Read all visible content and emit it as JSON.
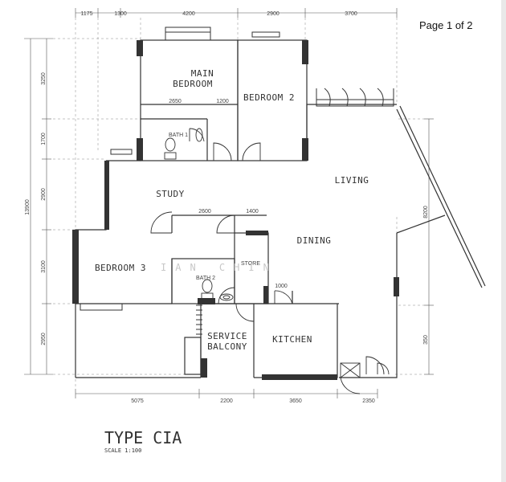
{
  "page_indicator": "Page 1 of 2",
  "plan_title": "TYPE CIA",
  "scale_label": "SCALE 1:100",
  "watermark": "IAN CHIN",
  "rooms": {
    "main_bedroom_line1": "MAIN",
    "main_bedroom_line2": "BEDROOM",
    "bedroom2": "BEDROOM 2",
    "bath1": "BATH 1",
    "study": "STUDY",
    "living": "LIVING",
    "dining": "DINING",
    "bedroom3": "BEDROOM 3",
    "bath2": "BATH 2",
    "store": "STORE",
    "service_balcony_line1": "SERVICE",
    "service_balcony_line2": "BALCONY",
    "kitchen": "KITCHEN"
  },
  "dimensions": {
    "top": [
      "1175",
      "1300",
      "4200",
      "2900",
      "3700"
    ],
    "bottom": [
      "5075",
      "2200",
      "3650",
      "2350"
    ],
    "left": [
      "3250",
      "1700",
      "2900",
      "3100",
      "2950"
    ],
    "left_total": "13900",
    "right": [
      "8200",
      "350"
    ],
    "interior": [
      "2650",
      "1200",
      "2600",
      "1400",
      "1000"
    ]
  }
}
